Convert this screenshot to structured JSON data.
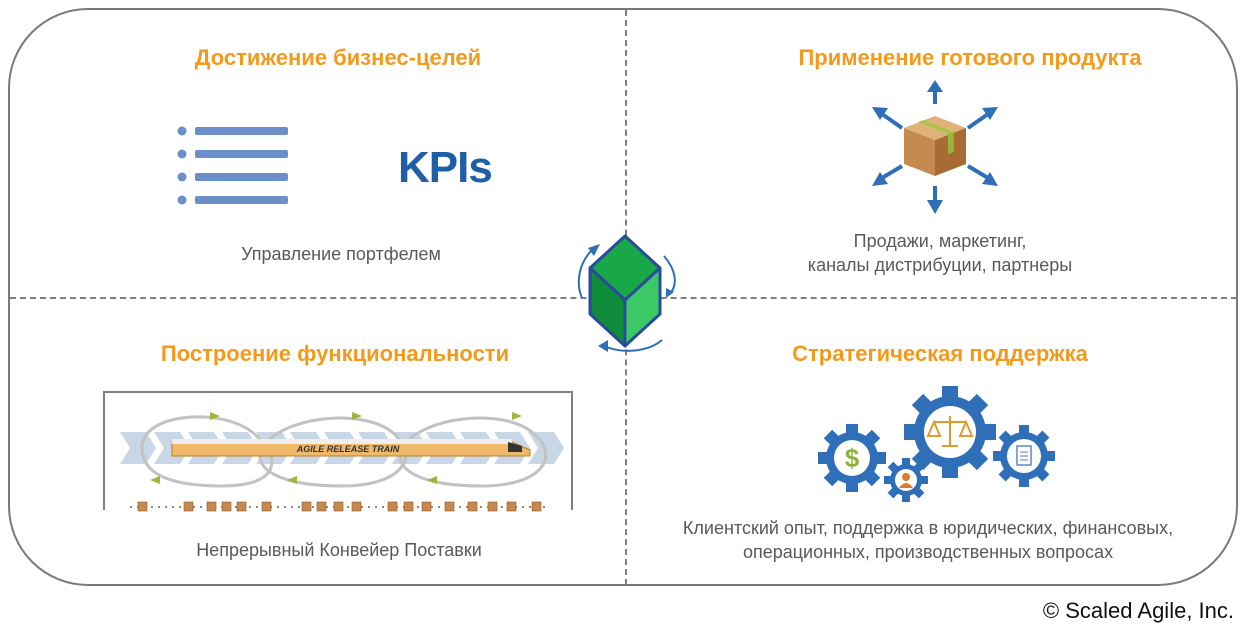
{
  "quadrants": {
    "business_goals": {
      "title": "Достижение бизнес-целей",
      "caption": "Управление портфелем",
      "kpis_label": "KPIs"
    },
    "product": {
      "title": "Применение готового продукта",
      "caption_line1": "Продажи, маркетинг,",
      "caption_line2": "каналы дистрибуции, партнеры"
    },
    "functionality": {
      "title": "Построение функциональности",
      "caption": "Непрерывный Конвейер Поставки",
      "train_label": "AGILE RELEASE TRAIN"
    },
    "support": {
      "title": "Стратегическая поддержка",
      "caption_line1": "Клиентский опыт, поддержка в юридических, финансовых,",
      "caption_line2": "операционных, производственных вопросах"
    }
  },
  "copyright": "© Scaled Agile, Inc.",
  "icons": {
    "list": "bulleted-list-icon",
    "box": "package-box-icon",
    "cube": "green-cube-icon",
    "train": "release-train-icon",
    "gears": "gears-icon",
    "dollar": "dollar-icon",
    "scales": "scales-icon",
    "person": "person-icon",
    "document": "document-icon"
  },
  "colors": {
    "title": "#f39a1c",
    "accent_blue": "#2e6fb7",
    "cube_green": "#1fa84a"
  }
}
